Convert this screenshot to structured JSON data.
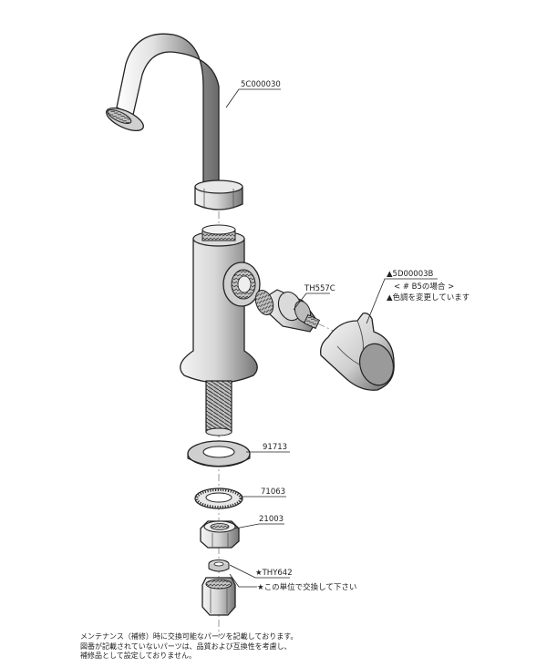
{
  "parts": {
    "spout": "5C000030",
    "cartridge": "TH557C",
    "handle": "▲5D00003B",
    "handle_note1": "< # B5の場合 >",
    "handle_note2": "▲色調を変更しています",
    "washer": "91713",
    "lock_washer": "71063",
    "nut": "21003",
    "set_part": "★THY642",
    "set_note": "★この単位で交換して下さい"
  },
  "footnote": [
    "メンテナンス（補修）時に交換可能なパーツを記載しております。",
    "図番が記載されていないパーツは、品質および互換性を考慮し、",
    "補修品として設定しておりません。"
  ]
}
